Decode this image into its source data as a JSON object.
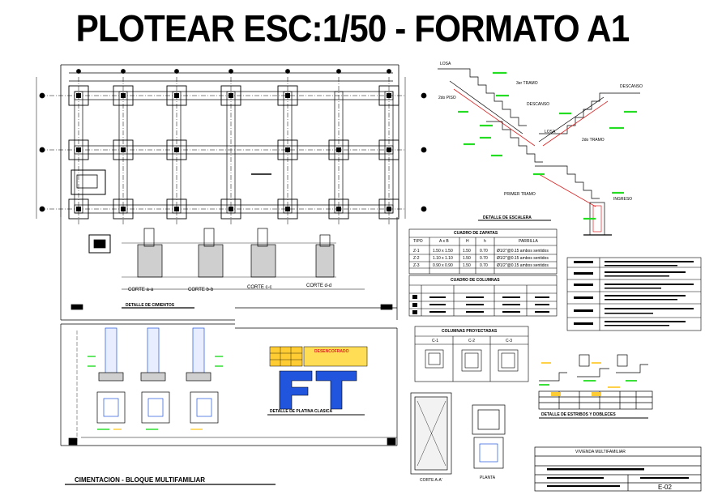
{
  "header": {
    "title": "PLOTEAR ESC:1/50 - FORMATO A1"
  },
  "colors": {
    "accent_blue": "#2255dd",
    "accent_green": "#22dd22",
    "accent_yellow": "#ffcc33",
    "accent_red": "#dd2222",
    "ink": "#000000"
  },
  "foundation_plan": {
    "cortes": [
      "CORTE a-a",
      "CORTE b-b",
      "CORTE c-c",
      "CORTE d-d"
    ],
    "detalle_label": "DETALLE DE CIMIENTOS",
    "footer_label": "CIMENTACION - BLOQUE MULTIFAMILIAR"
  },
  "stair": {
    "labels": [
      "LOSA",
      "3er TRAMO",
      "DESCANSO",
      "2do PISO",
      "DESCANSO",
      "LOSA",
      "2do TRAMO",
      "PRIMER TRAMO",
      "INGRESO"
    ],
    "caption": "DETALLE DE ESCALERA"
  },
  "zapatas": {
    "title": "CUADRO DE ZAPATAS",
    "headers": [
      "TIPO",
      "A x B",
      "H",
      "h",
      "PARRILLA"
    ],
    "rows": [
      [
        "Z-1",
        "1.50 x 1.50",
        "1.50",
        "0.70",
        "Ø1/2\"@0.15 ambos sentidos"
      ],
      [
        "Z-2",
        "1.10 x 1.10",
        "1.50",
        "0.70",
        "Ø1/2\"@0.15 ambos sentidos"
      ],
      [
        "Z-3",
        "0.90 x 0.90",
        "1.50",
        "0.70",
        "Ø1/2\"@0.15 ambos sentidos"
      ]
    ]
  },
  "columnas": {
    "title": "CUADRO DE COLUMNAS"
  },
  "columnas_proyectadas": {
    "title": "COLUMNAS PROYECTADAS",
    "types": [
      "C-1",
      "C-2",
      "C-3"
    ]
  },
  "encofrado": {
    "label": "DESENCOFRADO",
    "caption": "DETALLE DE PLATINA CLASICA"
  },
  "column_detail": {
    "corte_label": "CORTE A-A'",
    "planta_label": "PLANTA"
  },
  "estribos": {
    "caption": "DETALLE DE ESTRIBOS Y DOBLECES"
  },
  "title_block": {
    "project": "VIVIENDA MULTIFAMILIAR",
    "sheet": "E-02"
  }
}
